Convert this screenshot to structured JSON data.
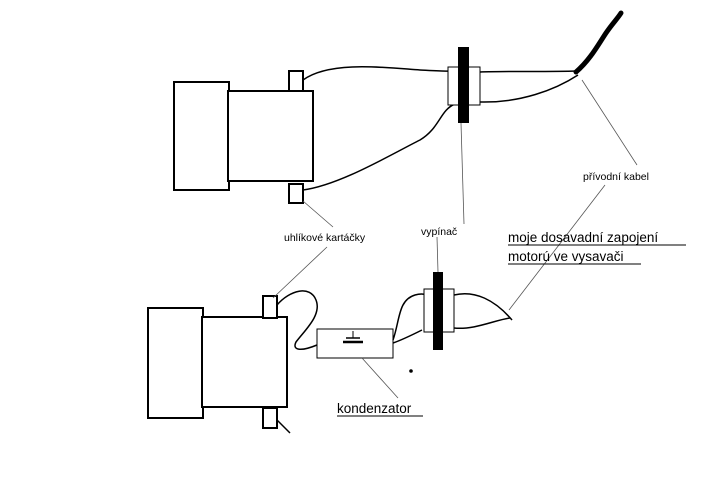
{
  "labels": {
    "brushes": "uhlíkové kartáčky",
    "switch": "vypínač",
    "supply_cable": "přívodní kabel",
    "capacitor": "kondenzator",
    "note_line1": "moje dosavadní zapojení",
    "note_line2": "motorú ve vysavači"
  }
}
